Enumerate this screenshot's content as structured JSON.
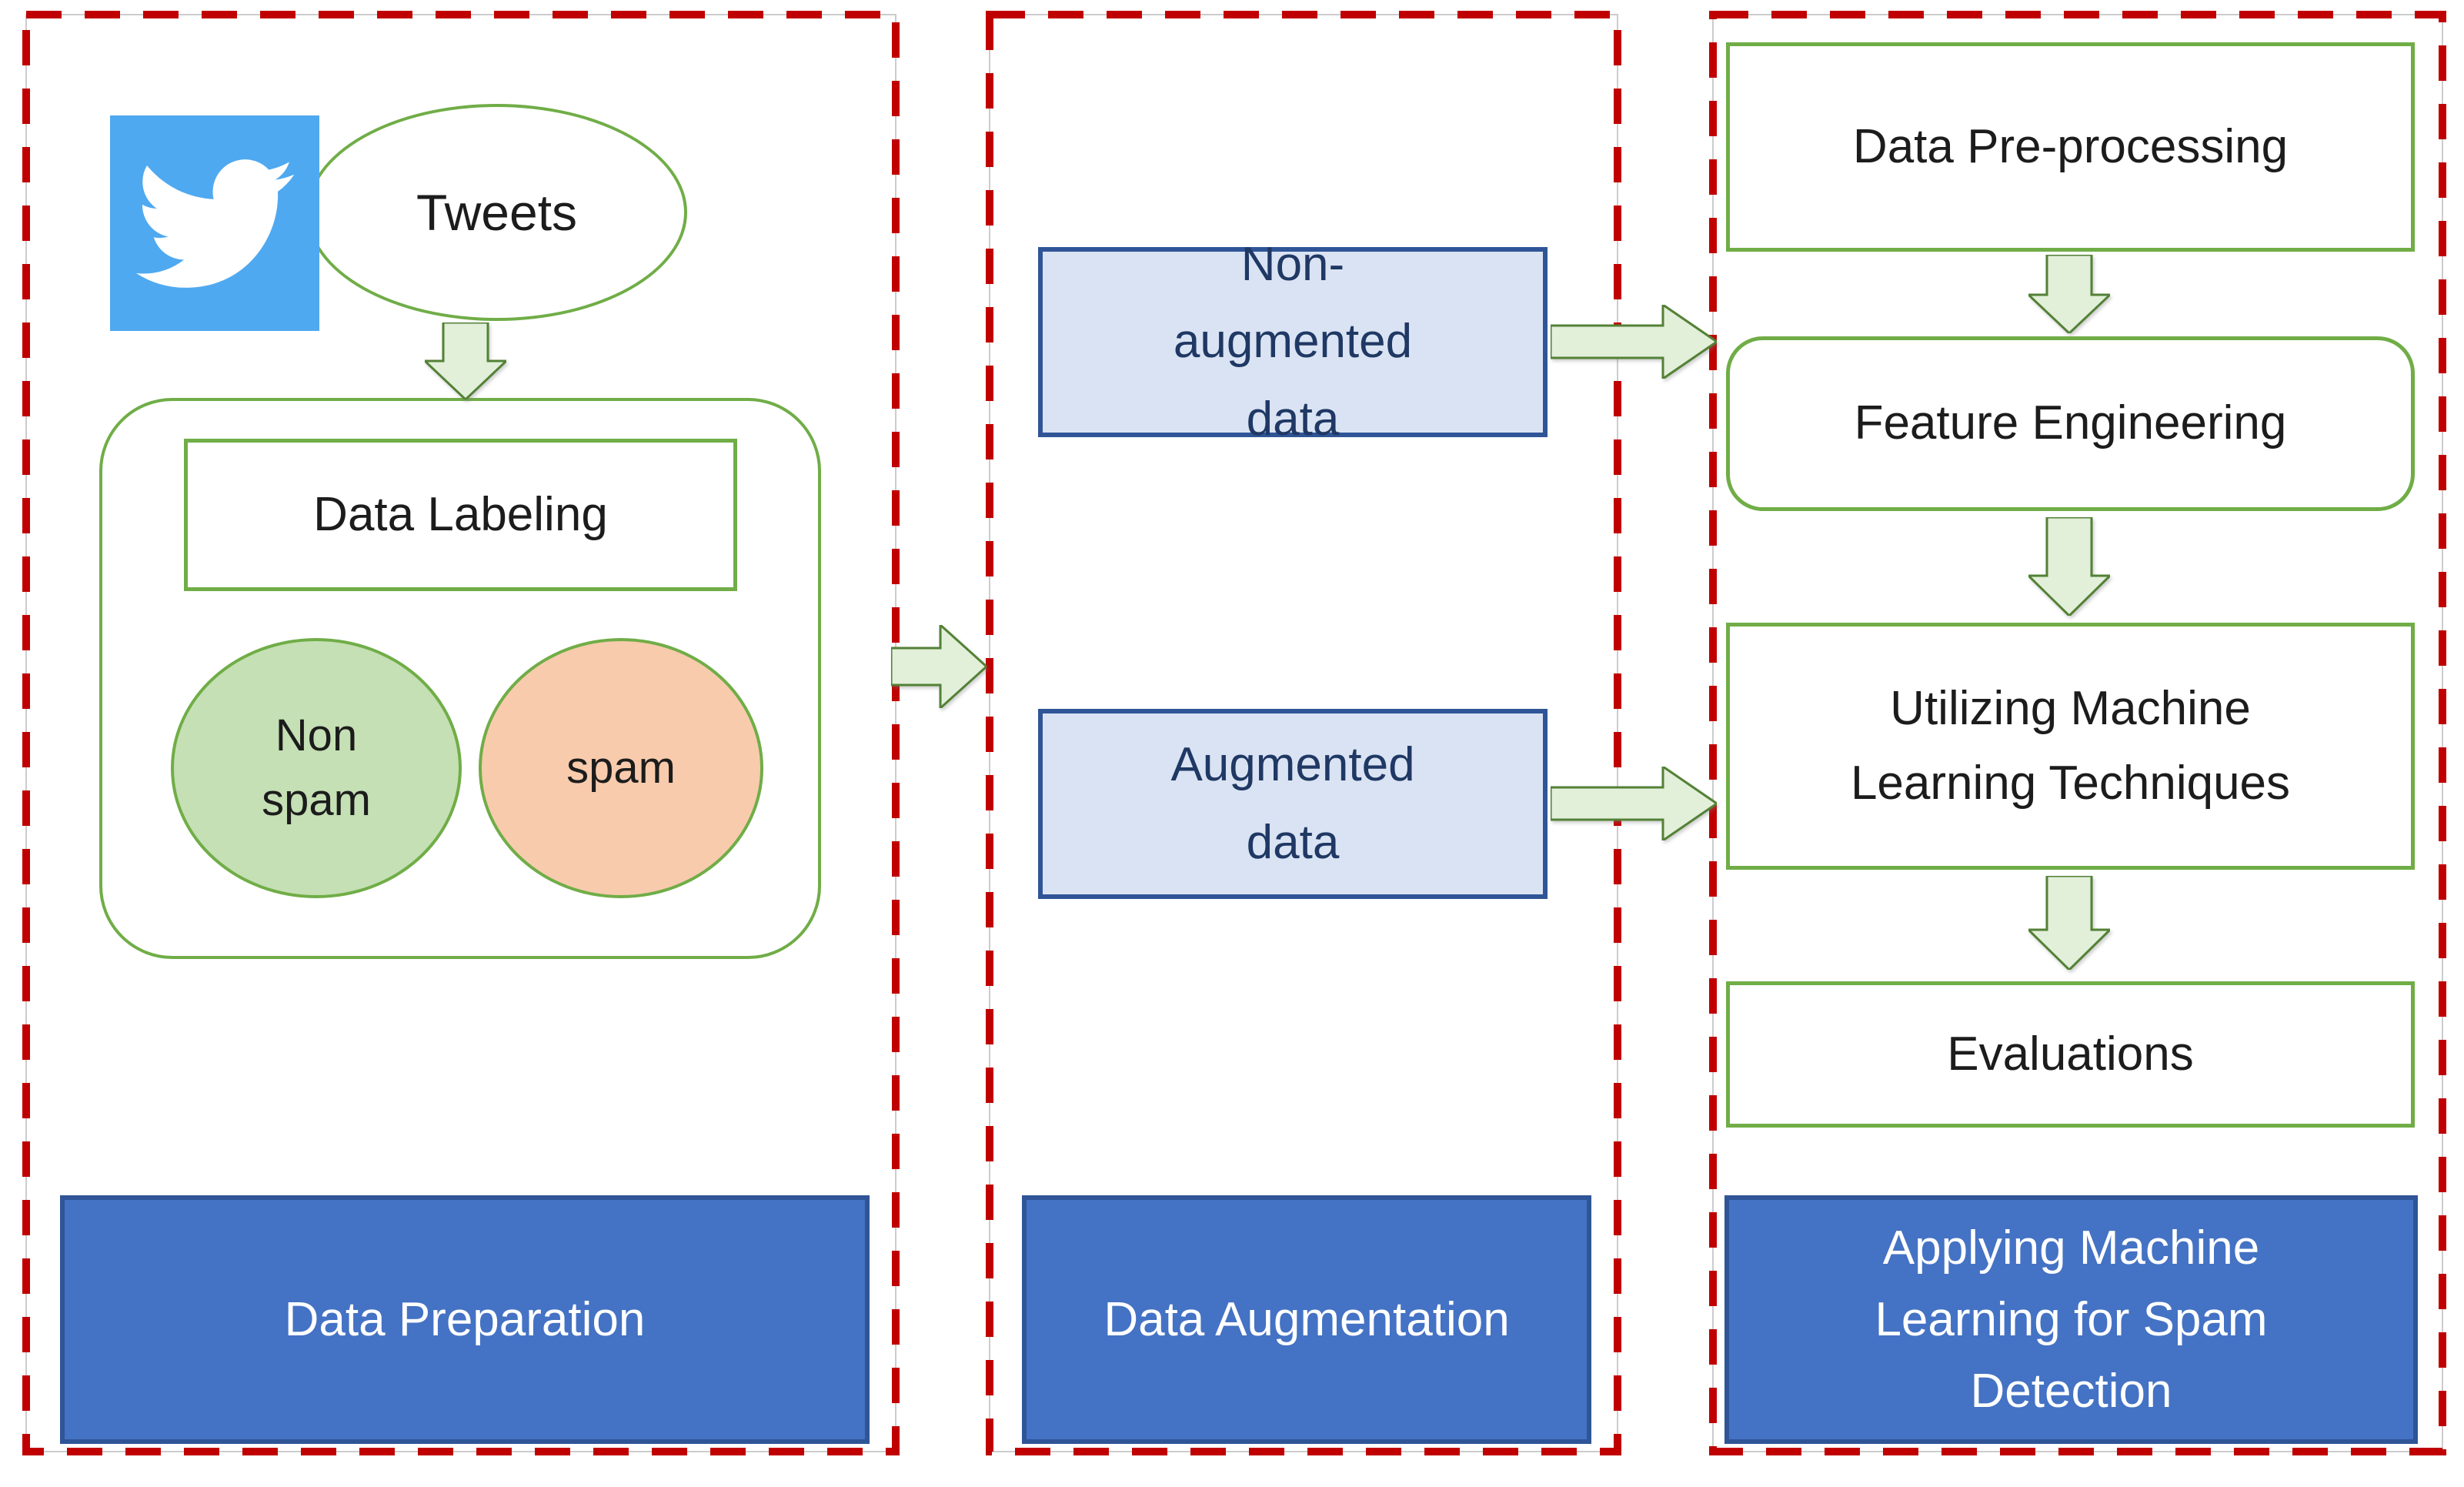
{
  "left_panel": {
    "tweets": "Tweets",
    "data_labeling": "Data Labeling",
    "non_spam": "Non spam",
    "spam": "spam",
    "banner": "Data Preparation"
  },
  "middle_panel": {
    "non_augmented": "Non-augmented data",
    "augmented": "Augmented data",
    "banner": "Data Augmentation"
  },
  "right_panel": {
    "steps": [
      "Data Pre-processing",
      "Feature Engineering",
      "Utilizing Machine Learning Techniques",
      "Evaluations"
    ],
    "banner": "Applying Machine Learning for Spam Detection"
  },
  "icons": {
    "twitter": "twitter-bird-icon",
    "down_arrow": "down-arrow-icon",
    "right_arrow": "right-arrow-icon"
  },
  "colors": {
    "dashed_border_red": "#C00000",
    "green_border": "#70AD47",
    "arrow_fill": "#E2EFD9",
    "arrow_stroke": "#538135",
    "circle_green_fill": "#C5E0B4",
    "circle_orange_fill": "#F8CBAD",
    "blue_box_fill": "#DAE3F3",
    "blue_box_border": "#2F5597",
    "blue_box_text": "#1F3864",
    "banner_fill": "#4472C4",
    "banner_border": "#2F5597",
    "twitter_blue": "#4FA9F0"
  }
}
